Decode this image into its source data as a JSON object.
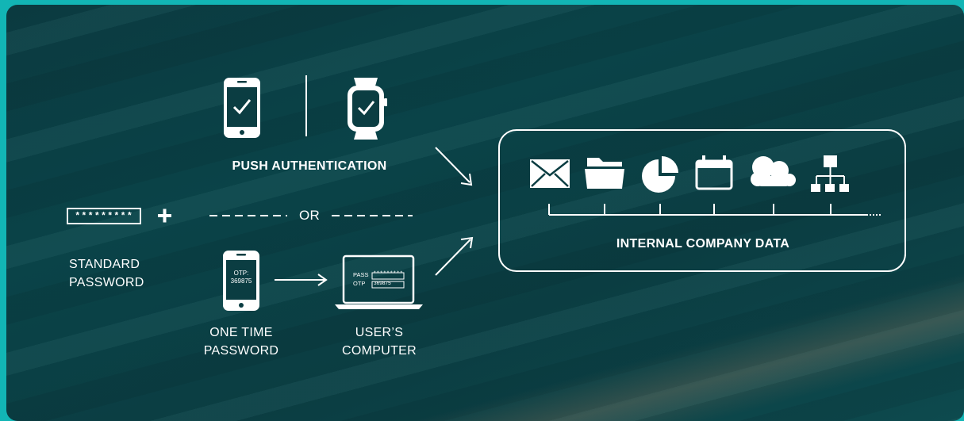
{
  "labels": {
    "push_authentication": "PUSH AUTHENTICATION",
    "or": "OR",
    "standard_password_line1": "STANDARD",
    "standard_password_line2": "PASSWORD",
    "one_time_password_line1": "ONE TIME",
    "one_time_password_line2": "PASSWORD",
    "users_computer_line1": "USER’S",
    "users_computer_line2": "COMPUTER",
    "internal_company_data": "INTERNAL COMPANY DATA"
  },
  "password_field": {
    "masked": "*********"
  },
  "phone_screen": {
    "otp_label": "OTP:",
    "otp_code": "369875"
  },
  "laptop_screen": {
    "pass_label": "PASS",
    "pass_value": "*********",
    "otp_label": "OTP",
    "otp_value": "369875"
  },
  "data_icons": [
    "mail-icon",
    "folder-icon",
    "pie-chart-icon",
    "calendar-icon",
    "cloud-icon",
    "network-icon"
  ],
  "colors": {
    "frame": "#12b5b5",
    "background": "#0b3d42",
    "foreground": "#ffffff"
  }
}
